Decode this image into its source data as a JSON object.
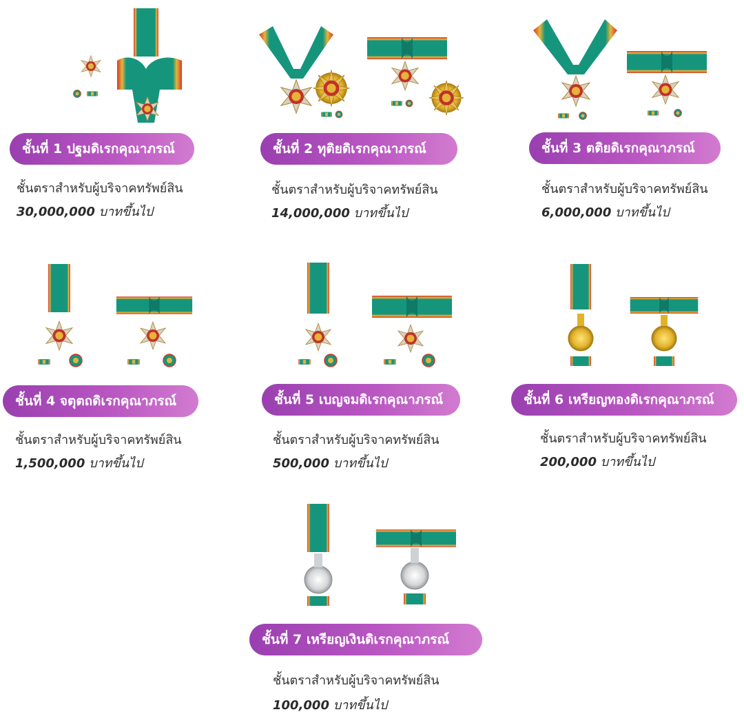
{
  "colors": {
    "ribbon_green": "#16957d",
    "ribbon_red": "#d23a2b",
    "ribbon_gold": "#e6b43a",
    "pill_start": "#9a3fb0",
    "pill_end": "#d27bd0",
    "gold_medal": "#e2b32a",
    "silver_medal": "#cfd2d4"
  },
  "classes": [
    {
      "title": "ชั้นที่ 1  ปฐมดิเรกคุณาภรณ์",
      "description": "ชั้นตราสำหรับผู้บริจาคทรัพย์สิน",
      "amount": "30,000,000",
      "amount_suffix": "บาทขึ้นไป",
      "medal": "star-sash"
    },
    {
      "title": "ชั้นที่ 2 ทุติยดิเรกคุณาภรณ์",
      "description": "ชั้นตราสำหรับผู้บริจาคทรัพย์สิน",
      "amount": "14,000,000",
      "amount_suffix": "บาทขึ้นไป",
      "medal": "neck-star"
    },
    {
      "title": "ชั้นที่ 3 ตติยดิเรกคุณาภรณ์",
      "description": "ชั้นตราสำหรับผู้บริจาคทรัพย์สิน",
      "amount": "6,000,000",
      "amount_suffix": "บาทขึ้นไป",
      "medal": "neck"
    },
    {
      "title": "ชั้นที่ 4  จตุตถดิเรกคุณาภรณ์",
      "description": "ชั้นตราสำหรับผู้บริจาคทรัพย์สิน",
      "amount": "1,500,000",
      "amount_suffix": "บาทขึ้นไป",
      "medal": "ribbon-enamel-rosette"
    },
    {
      "title": "ชั้นที่ 5  เบญจมดิเรกคุณาภรณ์",
      "description": "ชั้นตราสำหรับผู้บริจาคทรัพย์สิน",
      "amount": "500,000",
      "amount_suffix": "บาทขึ้นไป",
      "medal": "ribbon-enamel"
    },
    {
      "title": "ชั้นที่ 6 เหรียญทองดิเรกคุณาภรณ์",
      "description": "ชั้นตราสำหรับผู้บริจาคทรัพย์สิน",
      "amount": "200,000",
      "amount_suffix": "บาทขึ้นไป",
      "medal": "gold"
    },
    {
      "title": "ชั้นที่ 7  เหรียญเงินดิเรกคุณาภรณ์",
      "description": "ชั้นตราสำหรับผู้บริจาคทรัพย์สิน",
      "amount": "100,000",
      "amount_suffix": "บาทขึ้นไป",
      "medal": "silver"
    }
  ]
}
